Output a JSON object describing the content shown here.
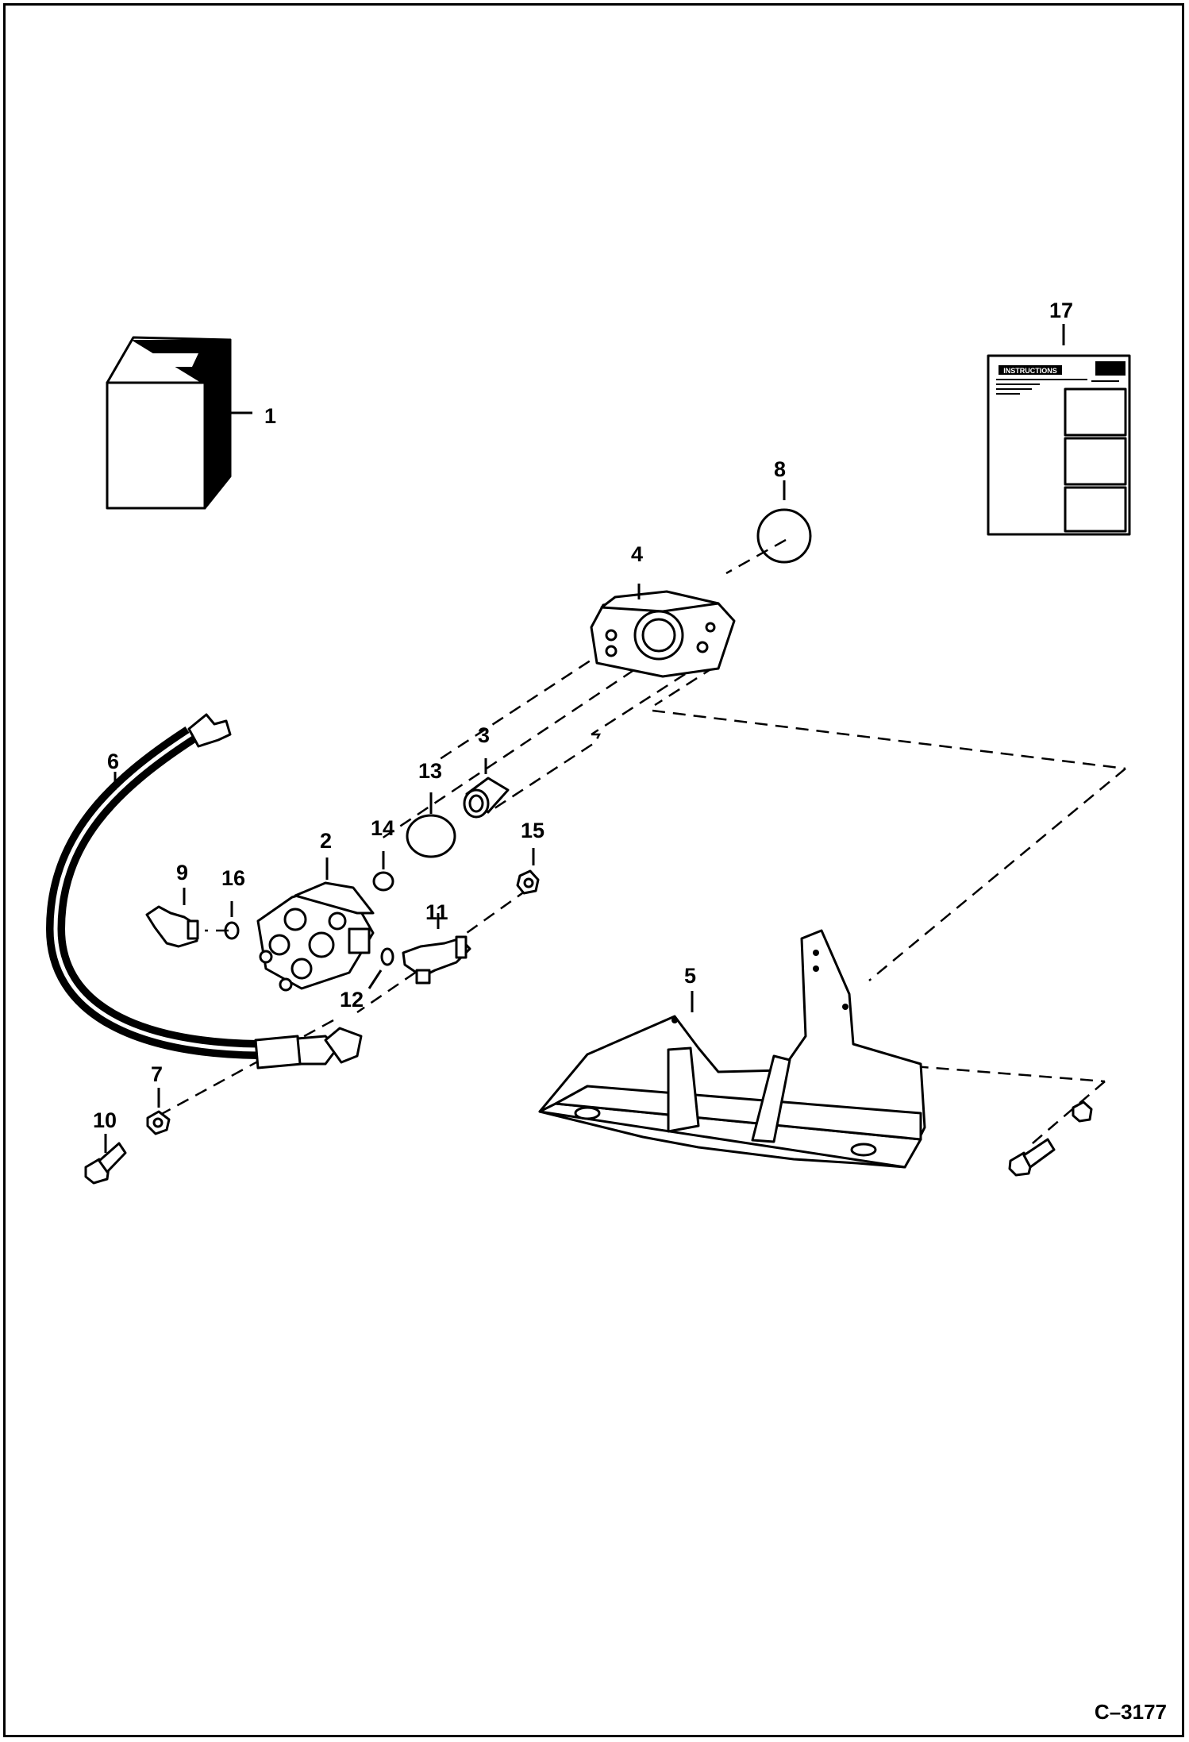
{
  "diagram": {
    "reference_code": "C–3177",
    "instruction_sheet_heading": "INSTRUCTIONS",
    "callouts": [
      {
        "id": "1",
        "label": "1"
      },
      {
        "id": "2",
        "label": "2"
      },
      {
        "id": "3",
        "label": "3"
      },
      {
        "id": "4",
        "label": "4"
      },
      {
        "id": "5",
        "label": "5"
      },
      {
        "id": "6",
        "label": "6"
      },
      {
        "id": "7",
        "label": "7"
      },
      {
        "id": "8",
        "label": "8"
      },
      {
        "id": "9",
        "label": "9"
      },
      {
        "id": "10",
        "label": "10"
      },
      {
        "id": "11",
        "label": "11"
      },
      {
        "id": "12",
        "label": "12"
      },
      {
        "id": "13",
        "label": "13"
      },
      {
        "id": "14",
        "label": "14"
      },
      {
        "id": "15",
        "label": "15"
      },
      {
        "id": "16",
        "label": "16"
      },
      {
        "id": "17",
        "label": "17"
      }
    ]
  }
}
